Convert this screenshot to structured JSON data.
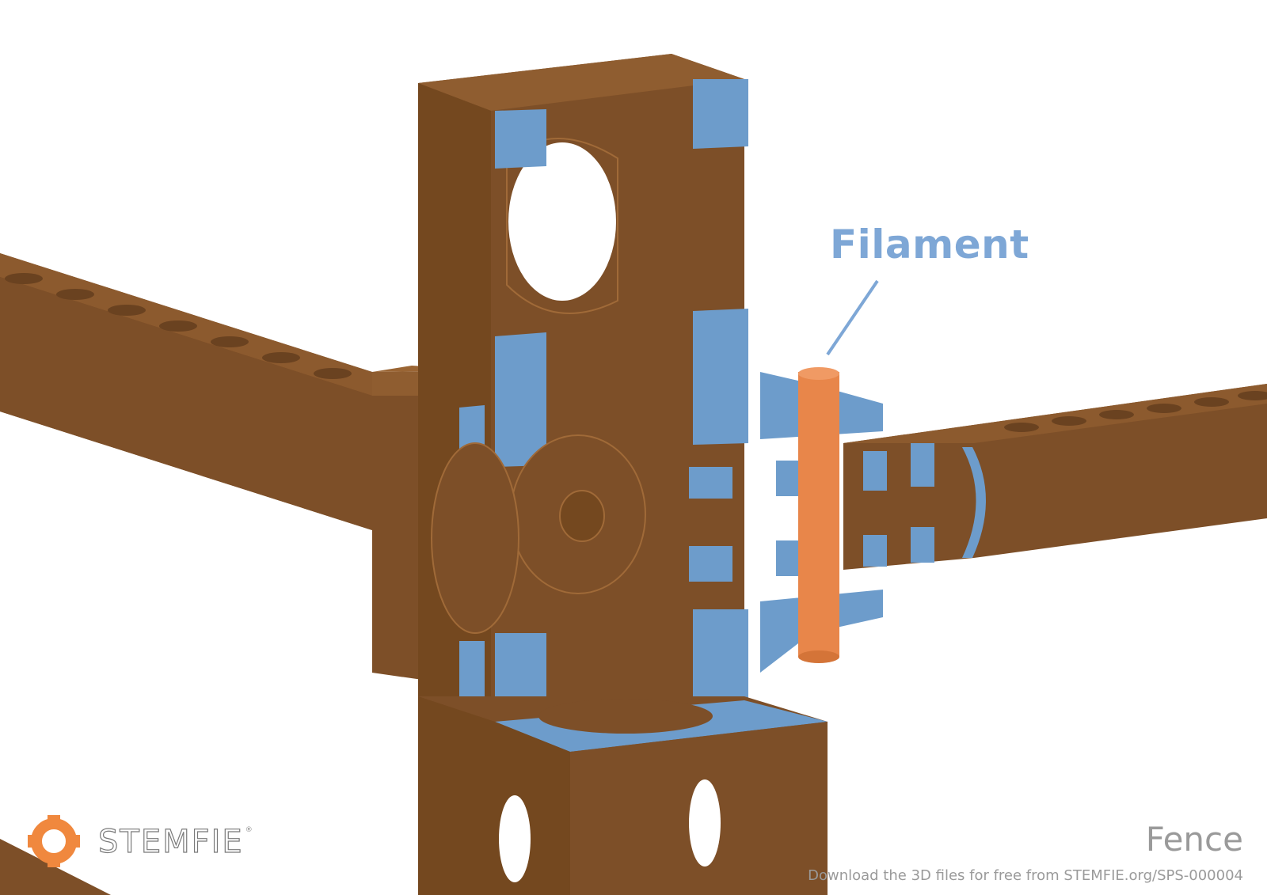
{
  "scene": {
    "callout_label": "Filament",
    "brand_name": "STEMFIE",
    "brand_mark": "®",
    "model_name": "Fence",
    "download_text": "Download the 3D files for free from STEMFIE.org/SPS-000004"
  },
  "colors": {
    "wood": "#7d4f28",
    "wood_light": "#8f5d30",
    "wood_dark": "#6a4220",
    "cut_face": "#6d9ccb",
    "filament": "#e8864a",
    "callout": "#7ea7d6",
    "brand_orange": "#f0883e",
    "gray_text": "#9a9a9a"
  }
}
